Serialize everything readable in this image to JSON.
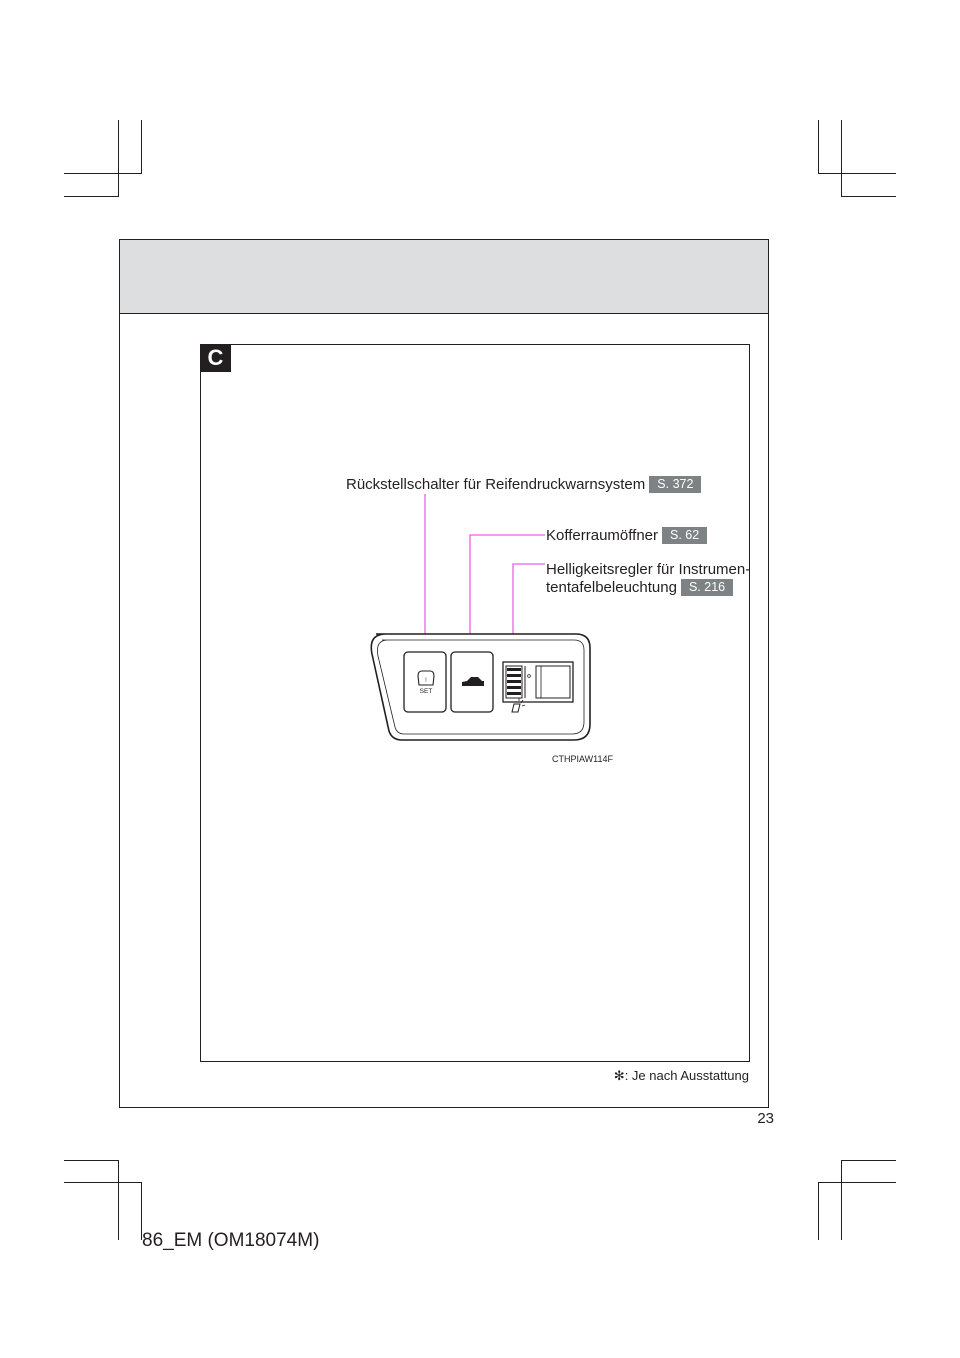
{
  "section": {
    "letter": "C"
  },
  "callouts": [
    {
      "text_lines": [
        "Rückstellschalter für Reifendruckwarnsystem"
      ],
      "page_ref": "S. 372"
    },
    {
      "text_lines": [
        "Kofferraumöffner"
      ],
      "page_ref": "S. 62"
    },
    {
      "text_lines": [
        "Helligkeitsregler für Instrumen-",
        "tentafelbeleuchtung"
      ],
      "page_ref": "S. 216"
    }
  ],
  "panel": {
    "button_label": "SET"
  },
  "figure_id": "CTHPIAW114F",
  "footnote": {
    "symbol": "✻",
    "text": ": Je nach Ausstattung"
  },
  "page_number": "23",
  "doc_code": "86_EM (OM18074M)",
  "colors": {
    "leader_line": "#ea60e8",
    "header_band": "#dcdedf",
    "page_ref_bg": "#7d8385"
  }
}
